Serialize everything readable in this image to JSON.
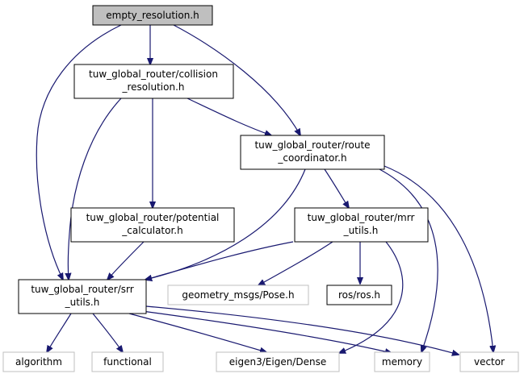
{
  "diagram": {
    "nodes": [
      {
        "id": "empty_resolution",
        "lines": [
          "empty_resolution.h"
        ],
        "style": "root"
      },
      {
        "id": "collision_resolution",
        "lines": [
          "tuw_global_router/collision",
          "_resolution.h"
        ],
        "style": "normal"
      },
      {
        "id": "route_coordinator",
        "lines": [
          "tuw_global_router/route",
          "_coordinator.h"
        ],
        "style": "normal"
      },
      {
        "id": "potential_calculator",
        "lines": [
          "tuw_global_router/potential",
          "_calculator.h"
        ],
        "style": "normal"
      },
      {
        "id": "mrr_utils",
        "lines": [
          "tuw_global_router/mrr",
          "_utils.h"
        ],
        "style": "normal"
      },
      {
        "id": "srr_utils",
        "lines": [
          "tuw_global_router/srr",
          "_utils.h"
        ],
        "style": "normal"
      },
      {
        "id": "pose",
        "lines": [
          "geometry_msgs/Pose.h"
        ],
        "style": "external"
      },
      {
        "id": "ros",
        "lines": [
          "ros/ros.h"
        ],
        "style": "normal"
      },
      {
        "id": "algorithm",
        "lines": [
          "algorithm"
        ],
        "style": "external"
      },
      {
        "id": "functional",
        "lines": [
          "functional"
        ],
        "style": "external"
      },
      {
        "id": "eigen",
        "lines": [
          "eigen3/Eigen/Dense"
        ],
        "style": "external"
      },
      {
        "id": "memory",
        "lines": [
          "memory"
        ],
        "style": "external"
      },
      {
        "id": "vector",
        "lines": [
          "vector"
        ],
        "style": "external"
      }
    ],
    "edges": [
      {
        "from": "empty_resolution",
        "to": "collision_resolution"
      },
      {
        "from": "empty_resolution",
        "to": "route_coordinator"
      },
      {
        "from": "empty_resolution",
        "to": "srr_utils"
      },
      {
        "from": "collision_resolution",
        "to": "route_coordinator"
      },
      {
        "from": "collision_resolution",
        "to": "potential_calculator"
      },
      {
        "from": "collision_resolution",
        "to": "srr_utils"
      },
      {
        "from": "route_coordinator",
        "to": "mrr_utils"
      },
      {
        "from": "route_coordinator",
        "to": "srr_utils"
      },
      {
        "from": "route_coordinator",
        "to": "memory"
      },
      {
        "from": "route_coordinator",
        "to": "vector"
      },
      {
        "from": "potential_calculator",
        "to": "srr_utils"
      },
      {
        "from": "mrr_utils",
        "to": "srr_utils"
      },
      {
        "from": "mrr_utils",
        "to": "pose"
      },
      {
        "from": "mrr_utils",
        "to": "ros"
      },
      {
        "from": "mrr_utils",
        "to": "eigen"
      },
      {
        "from": "srr_utils",
        "to": "algorithm"
      },
      {
        "from": "srr_utils",
        "to": "functional"
      },
      {
        "from": "srr_utils",
        "to": "eigen"
      },
      {
        "from": "srr_utils",
        "to": "memory"
      },
      {
        "from": "srr_utils",
        "to": "vector"
      }
    ],
    "colors": {
      "edge": "#191970",
      "root_fill": "#bfbfbf",
      "node_border": "#000000",
      "external_border": "#bfbfbf",
      "fill": "#ffffff"
    }
  }
}
